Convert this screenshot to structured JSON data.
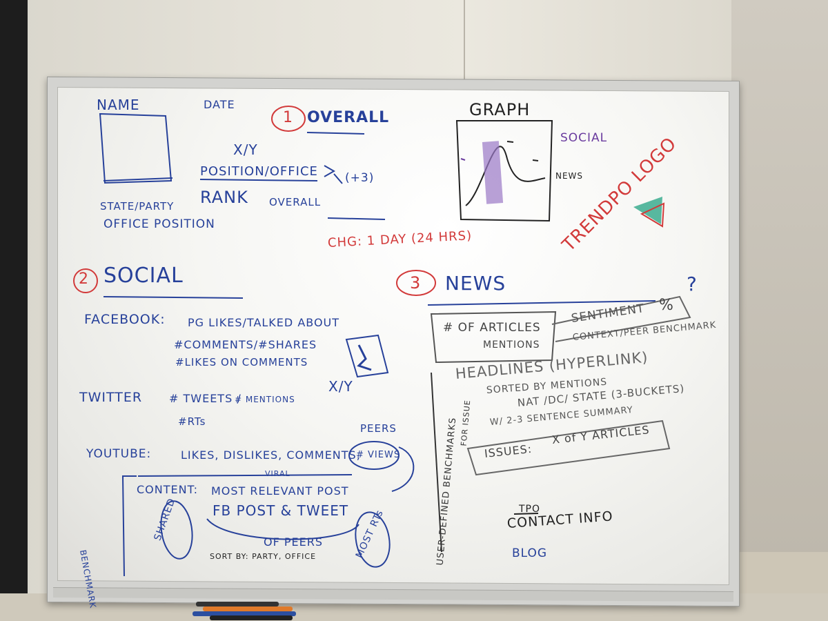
{
  "section1": {
    "name_label": "NAME",
    "date_label": "DATE",
    "number": "1",
    "title": "OVERALL",
    "ratio": "X/Y",
    "position_office": "POSITION/OFFICE",
    "change": "(+3)",
    "rank": "RANK",
    "overall_label": "OVERALL",
    "state_party": "STATE/PARTY",
    "office_position": "OFFICE POSITION",
    "chg": "CHG: 1 DAY (24 HRS)"
  },
  "graph": {
    "title": "GRAPH",
    "social_label": "SOCIAL",
    "news_label": "NEWS"
  },
  "logo": {
    "text": "TRENDPO LOGO"
  },
  "section2": {
    "number": "2",
    "title": "SOCIAL",
    "facebook_label": "FACEBOOK:",
    "facebook_line1": "PG LIKES/TALKED ABOUT",
    "facebook_line2": "#COMMENTS/#SHARES",
    "facebook_line3": "#LIKES ON COMMENTS",
    "xy": "X/Y",
    "twitter_label": "TWITTER",
    "tweets": "# TWEETS /",
    "mentions": "# MENTIONS",
    "rts": "#RTs",
    "peers": "PEERS",
    "youtube_label": "YOUTUBE:",
    "youtube_line": "LIKES, DISLIKES, COMMENTS,",
    "views": "# VIEWS",
    "viral": "VIRAL",
    "content_label": "CONTENT:",
    "content_line": "MOST RELEVANT POST",
    "fb_tweet": "FB POST & TWEET",
    "shared": "SHARED",
    "most_rts": "MOST RTs",
    "of_peers": "OF PEERS",
    "sort_by": "SORT BY: PARTY, OFFICE",
    "benchmark": "BENCHMARK"
  },
  "section3": {
    "number": "3",
    "title": "NEWS",
    "question": "?",
    "articles": "# OF ARTICLES",
    "mentions": "MENTIONS",
    "sentiment": "SENTIMENT",
    "percent": "%",
    "context": "CONTEXT/PEER BENCHMARK",
    "headlines": "HEADLINES (HYPERLINK)",
    "sorted": "SORTED BY MENTIONS",
    "buckets": "NAT /DC/ STATE (3-BUCKETS)",
    "summary": "W/ 2-3 SENTENCE SUMMARY",
    "issues": "ISSUES:",
    "x_of_y": "X of Y ARTICLES",
    "benchmarks": "USER-DEFINED BENCHMARKS",
    "for_issue": "FOR ISSUE"
  },
  "footer": {
    "tpo": "TPO",
    "contact": "CONTACT INFO",
    "blog": "BLOG"
  },
  "colors": {
    "blue_marker": "#27419a",
    "red_marker": "#d23a3a",
    "black_marker": "#222222",
    "purple_marker": "#6a3b9e",
    "green_marker": "#2fa88a"
  }
}
